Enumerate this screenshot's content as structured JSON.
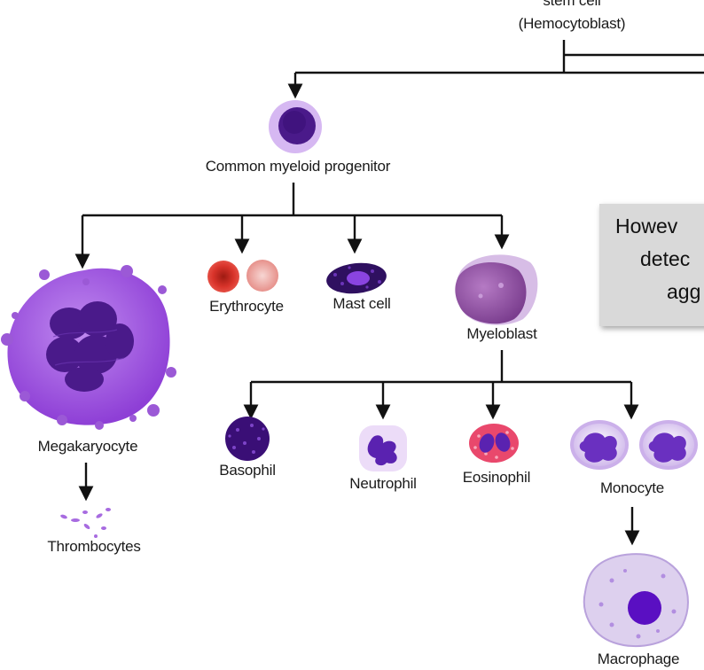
{
  "labels": {
    "stem_cell_line1": "stem cell",
    "stem_cell_line2": "(Hemocytoblast)",
    "common_myeloid_progenitor": "Common myeloid progenitor",
    "megakaryocyte": "Megakaryocyte",
    "thrombocytes": "Thrombocytes",
    "erythrocyte": "Erythrocyte",
    "mast_cell": "Mast cell",
    "myeloblast": "Myeloblast",
    "basophil": "Basophil",
    "neutrophil": "Neutrophil",
    "eosinophil": "Eosinophil",
    "monocyte": "Monocyte",
    "macrophage": "Macrophage"
  },
  "callout": {
    "line1": "Howev",
    "line2": "detec",
    "line3": "agg"
  },
  "colors": {
    "arrow": "#111111",
    "cell_purple": "#9b59d6",
    "cell_purple_light": "#c9a3ec",
    "nucleus_dark": "#4a1a8a",
    "erythrocyte_red": "#d9342b",
    "callout_bg": "#d9d9d9"
  }
}
